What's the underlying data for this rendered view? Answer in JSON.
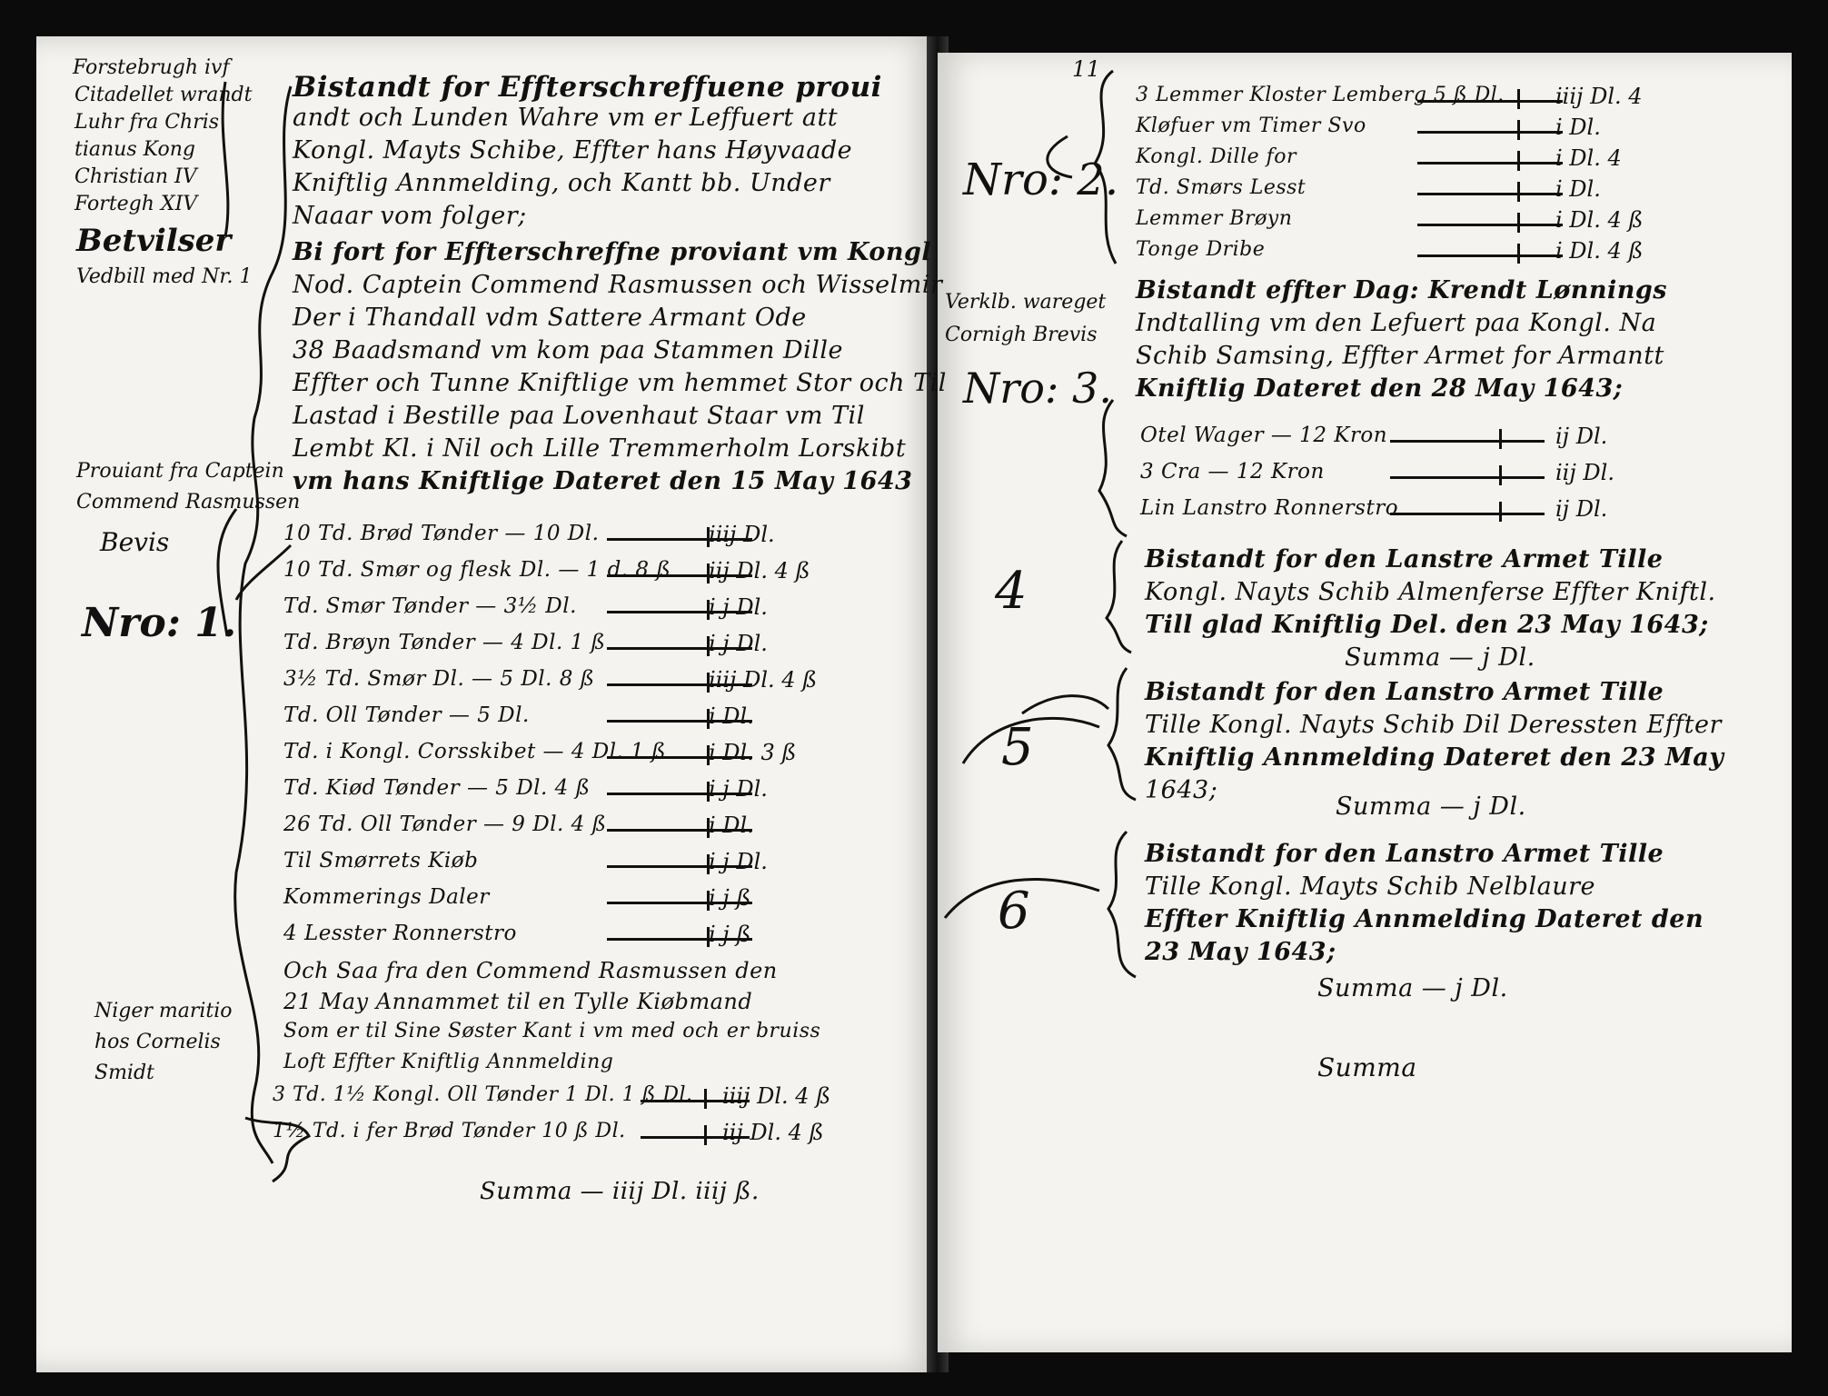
{
  "left_page": {
    "margin_heading": [
      "Forstebrugh ivf",
      "Citadellet wrandt",
      "Luhr fra Chris",
      "tianus Kong",
      "Christian IV",
      "Fortegh XIV"
    ],
    "margin_title": "Betvilser",
    "margin_ref": "Vedbill med Nr. 1",
    "intro_lines": [
      "Bistandt for Effterschreffuene proui",
      "andt och Lunden Wahre vm er Leffuert att",
      "Kongl. Mayts Schibe, Effter hans Høyvaade",
      "Kniftlig Annmelding, och Kantt bb. Under",
      "Naaar vom folger;",
      "Bi fort for Effterschreffne proviant vm Kongl",
      "Nod. Captein Commend Rasmussen och Wisselmir",
      "Der i Thandall vdm Sattere Armant Ode",
      "38 Baadsmand vm kom paa Stammen Dille",
      "Effter och Tunne Kniftlige vm hemmet Stor och Til",
      "Lastad i Bestille paa Lovenhaut Staar vm Til",
      "Lembt Kl. i Nil och Lille Tremmerholm Lorskibt",
      "vm hans Kniftlige Dateret den 15 May 1643"
    ],
    "margin_captain": [
      "Prouiant fra Captein",
      "Commend Rasmussen",
      "Bevis"
    ],
    "no1": "Nro: 1.",
    "items": [
      {
        "text": "10 Td. Brød Tønder — 10 Dl.",
        "amount": "iiij Dl."
      },
      {
        "text": "10 Td. Smør og flesk Dl. — 1 d. 8 ß",
        "amount": "iij Dl. 4 ß"
      },
      {
        "text": "Td. Smør Tønder — 3½ Dl.",
        "amount": "i j Dl."
      },
      {
        "text": "Td. Brøyn Tønder — 4 Dl. 1 ß",
        "amount": "i j Dl."
      },
      {
        "text": "3½ Td. Smør Dl. — 5 Dl. 8 ß",
        "amount": "iiij Dl. 4 ß"
      },
      {
        "text": "Td. Oll Tønder — 5 Dl.",
        "amount": "i Dl."
      },
      {
        "text": "Td. i Kongl. Corsskibet — 4 Dl. 1 ß",
        "amount": "i Dl. 3 ß"
      },
      {
        "text": "Td. Kiød Tønder — 5 Dl. 4 ß",
        "amount": "i j Dl."
      },
      {
        "text": "26 Td. Oll Tønder — 9 Dl. 4 ß",
        "amount": "i Dl."
      },
      {
        "text": "Til Smørrets Kiøb",
        "amount": "i j Dl."
      },
      {
        "text": "Kommerings Daler",
        "amount": "i j ß"
      },
      {
        "text": "4 Lesster Ronnerstro",
        "amount": "i j ß"
      }
    ],
    "second_lines": [
      "Och Saa fra den Commend Rasmussen den",
      "21 May Annammet til en Tylle Kiøbmand",
      "Som er til Sine Søster Kant i vm med och er bruiss",
      "Loft Effter Kniftlig Annmelding"
    ],
    "margin_second": [
      "Niger maritio",
      "hos Cornelis",
      "Smidt"
    ],
    "items2": [
      {
        "text": "3 Td. 1½ Kongl. Oll Tønder 1 Dl. 1 ß Dl.",
        "amount": "iiij Dl. 4 ß"
      },
      {
        "text": "1½ Td. i fer Brød Tønder 10 ß Dl.",
        "amount": "iij Dl. 4 ß"
      }
    ],
    "total": "Summa — iiij Dl. iiij ß."
  },
  "right_page": {
    "folio": "11",
    "margin_no2": "Nro: 2.",
    "items_top": [
      {
        "text": "3 Lemmer Kloster Lemberg 5 ß Dl.",
        "amount": "iiij Dl. 4"
      },
      {
        "text": "Kløfuer vm Timer Svo",
        "amount": "i Dl."
      },
      {
        "text": "Kongl. Dille for",
        "amount": "i Dl. 4"
      },
      {
        "text": "Td. Smørs Lesst",
        "amount": "i Dl."
      },
      {
        "text": "Lemmer Brøyn",
        "amount": "i Dl. 4 ß"
      },
      {
        "text": "Tonge Dribe",
        "amount": "i Dl. 4 ß"
      }
    ],
    "margin_lit": [
      "Verklb. wareget",
      "Cornigh Brevis"
    ],
    "para3": [
      "Bistandt effter Dag: Krendt Lønnings",
      "Indtalling vm den Lefuert paa Kongl. Na",
      "Schib Samsing, Effter Armet for Armantt",
      "Kniftlig Dateret den 28 May 1643;"
    ],
    "no3": "Nro: 3.",
    "items3": [
      {
        "text": "Otel Wager — 12 Kron",
        "amount": "ij Dl."
      },
      {
        "text": "3 Cra — 12 Kron",
        "amount": "iij Dl."
      },
      {
        "text": "Lin Lanstro Ronnerstro",
        "amount": "ij Dl."
      }
    ],
    "no4": "4",
    "para4": [
      "Bistandt for den Lanstre Armet Tille",
      "Kongl. Nayts Schib Almenferse Effter Kniftl.",
      "Till glad Kniftlig Del. den 23 May 1643;"
    ],
    "sum4": "Summa — j Dl.",
    "no5": "5",
    "para5": [
      "Bistandt for den Lanstro Armet Tille",
      "Tille Kongl. Nayts Schib Dil Deressten Effter",
      "Kniftlig Annmelding Dateret den 23 May",
      "1643;"
    ],
    "sum5": "Summa — j Dl.",
    "no6": "6",
    "para6": [
      "Bistandt for den Lanstro Armet Tille",
      "Tille Kongl. Mayts Schib Nelblaure",
      "Effter Kniftlig Annmelding Dateret den",
      "23 May 1643;"
    ],
    "sum6": "Summa — j Dl.",
    "total": "Summa"
  }
}
